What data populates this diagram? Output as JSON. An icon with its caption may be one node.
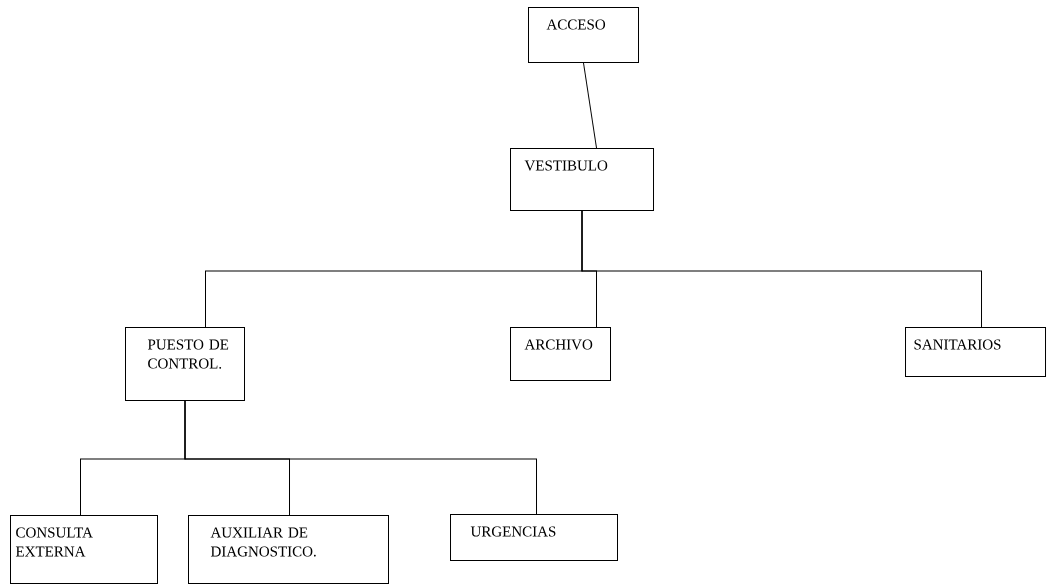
{
  "diagram": {
    "nodes": [
      {
        "text": [
          "ACCESO"
        ]
      },
      {
        "text": [
          "VESTIBULO"
        ]
      },
      {
        "text": [
          "PUESTO DE CONTROL."
        ]
      },
      {
        "text": [
          "ARCHIVO"
        ]
      },
      {
        "text": [
          "SANITARIOS"
        ]
      },
      {
        "text": [
          "CONSULTA EXTERNA"
        ]
      },
      {
        "text": [
          "AUXILIAR DE DIAGNOSTICO."
        ]
      },
      {
        "text": [
          "URGENCIAS"
        ]
      }
    ],
    "edges": [
      {
        "from": 0,
        "to": 1,
        "arrow": "none"
      },
      {
        "from": 1,
        "to": 2,
        "arrow": "none"
      },
      {
        "from": 1,
        "to": 3,
        "arrow": "none"
      },
      {
        "from": 1,
        "to": 4,
        "arrow": "none"
      },
      {
        "from": 2,
        "to": 5,
        "arrow": "none"
      },
      {
        "from": 2,
        "to": 6,
        "arrow": "none"
      },
      {
        "from": 2,
        "to": 7,
        "arrow": "none"
      }
    ]
  }
}
